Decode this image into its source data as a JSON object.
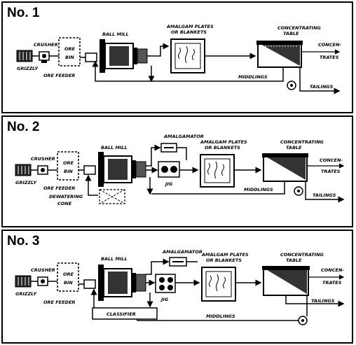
{
  "panels": [
    {
      "title": "No. 1",
      "labels": {
        "crusher": "CRUSHER",
        "grizzly": "GRIZZLY",
        "ore": "ORE",
        "bin": "BIN",
        "ore_feeder": "ORE FEEDER",
        "ball_mill": "BALL MILL",
        "amalgam_1": "AMALGAM PLATES",
        "amalgam_2": "OR BLANKETS",
        "conc_table_1": "CONCENTRATING",
        "conc_table_2": "TABLE",
        "concentrates_1": "CONCEN-",
        "concentrates_2": "TRATES",
        "middlings": "MIDDLINGS",
        "tailings": "TAILINGS"
      }
    },
    {
      "title": "No. 2",
      "labels": {
        "crusher": "CRUSHER",
        "grizzly": "GRIZZLY",
        "ore": "ORE",
        "bin": "BIN",
        "ore_feeder": "ORE FEEDER",
        "ball_mill": "BALL MILL",
        "amalgamator": "AMALGAMATOR",
        "amalgam_1": "AMALGAM PLATES",
        "amalgam_2": "OR BLANKETS",
        "jig": "JIG",
        "conc_table_1": "CONCENTRATING",
        "conc_table_2": "TABLE",
        "concentrates_1": "CONCEN-",
        "concentrates_2": "TRATES",
        "middlings": "MIDDLINGS",
        "tailings": "TAILINGS",
        "dewatering_1": "DEWATERING",
        "dewatering_2": "CONE"
      }
    },
    {
      "title": "No. 3",
      "labels": {
        "crusher": "CRUSHER",
        "grizzly": "GRIZZLY",
        "ore": "ORE",
        "bin": "BIN",
        "ore_feeder": "ORE FEEDER",
        "ball_mill": "BALL MILL",
        "amalgamator": "AMALGAMATOR",
        "amalgam_1": "AMALGAM PLATES",
        "amalgam_2": "OR BLANKETS",
        "jig": "JIG",
        "conc_table_1": "CONCENTRATING",
        "conc_table_2": "TABLE",
        "concentrates_1": "CONCEN-",
        "concentrates_2": "TRATES",
        "middlings": "MIDDLINGS",
        "tailings": "TAILINGS",
        "classifier": "CLASSIFIER"
      }
    }
  ]
}
